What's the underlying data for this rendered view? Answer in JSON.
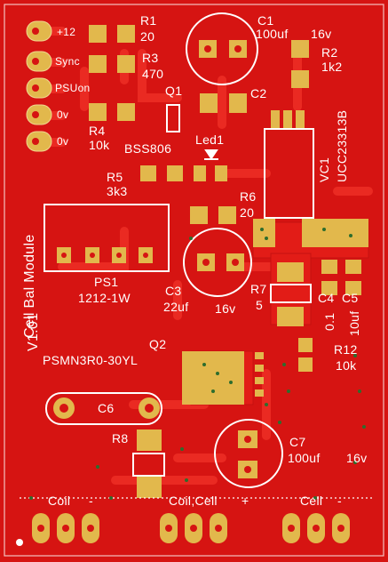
{
  "board": {
    "module_title": "Cell Bal Module",
    "version": "V1.01",
    "colors": {
      "board": "#d61412",
      "trace": "#e21c17",
      "copper": "#e2b84c",
      "silk": "#ffffff",
      "edge": "#f4c0c0",
      "via": "#2d6d2d"
    }
  },
  "connectors": {
    "left_pins": [
      "+12",
      "Sync",
      "PSUon",
      "0v",
      "0v"
    ],
    "bottom_groups": [
      {
        "label": "Coil",
        "sign": "-"
      },
      {
        "label": "Coil,Cell",
        "sign": "+"
      },
      {
        "label": "Cell",
        "sign": "-"
      }
    ]
  },
  "components": {
    "R1": {
      "ref": "R1",
      "value": "20"
    },
    "R3": {
      "ref": "R3",
      "value": "470"
    },
    "C1": {
      "ref": "C1",
      "value": "100uf",
      "voltage": "16v"
    },
    "R2": {
      "ref": "R2",
      "value": "1k2"
    },
    "C2": {
      "ref": "C2"
    },
    "Q1": {
      "ref": "Q1",
      "value": "BSS806"
    },
    "R4": {
      "ref": "R4",
      "value": "10k"
    },
    "Led1": {
      "ref": "Led1"
    },
    "VC1": {
      "ref": "VC1",
      "value": "UCC23313B"
    },
    "R5": {
      "ref": "R5",
      "value": "3k3"
    },
    "R6": {
      "ref": "R6",
      "value": "20"
    },
    "PS1": {
      "ref": "PS1",
      "value": "1212-1W"
    },
    "C3": {
      "ref": "C3",
      "value": "22uf",
      "voltage": "16v"
    },
    "R7": {
      "ref": "R7",
      "value": "5"
    },
    "C4": {
      "ref": "C4",
      "value": "0.1"
    },
    "C5": {
      "ref": "C5",
      "value": "10uf"
    },
    "Q2": {
      "ref": "Q2",
      "value": "PSMN3R0-30YL"
    },
    "R12": {
      "ref": "R12",
      "value": "10k"
    },
    "C6": {
      "ref": "C6"
    },
    "R8": {
      "ref": "R8"
    },
    "C7": {
      "ref": "C7",
      "value": "100uf",
      "voltage": "16v"
    }
  }
}
